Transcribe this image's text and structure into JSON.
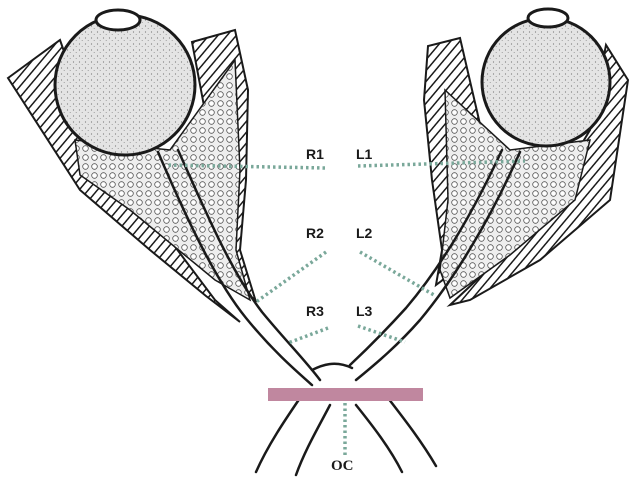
{
  "labels": {
    "r1": "R1",
    "l1": "L1",
    "r2": "R2",
    "l2": "L2",
    "r3": "R3",
    "l3": "L3",
    "oc": "OC"
  },
  "colors": {
    "ink": "#1a1a1a",
    "eyeball": "#dcdcdc",
    "fat": "#e6e6e6",
    "dotted_line": "#7aa89a",
    "chiasm_bar": "#c0879f",
    "background": "#ffffff"
  }
}
